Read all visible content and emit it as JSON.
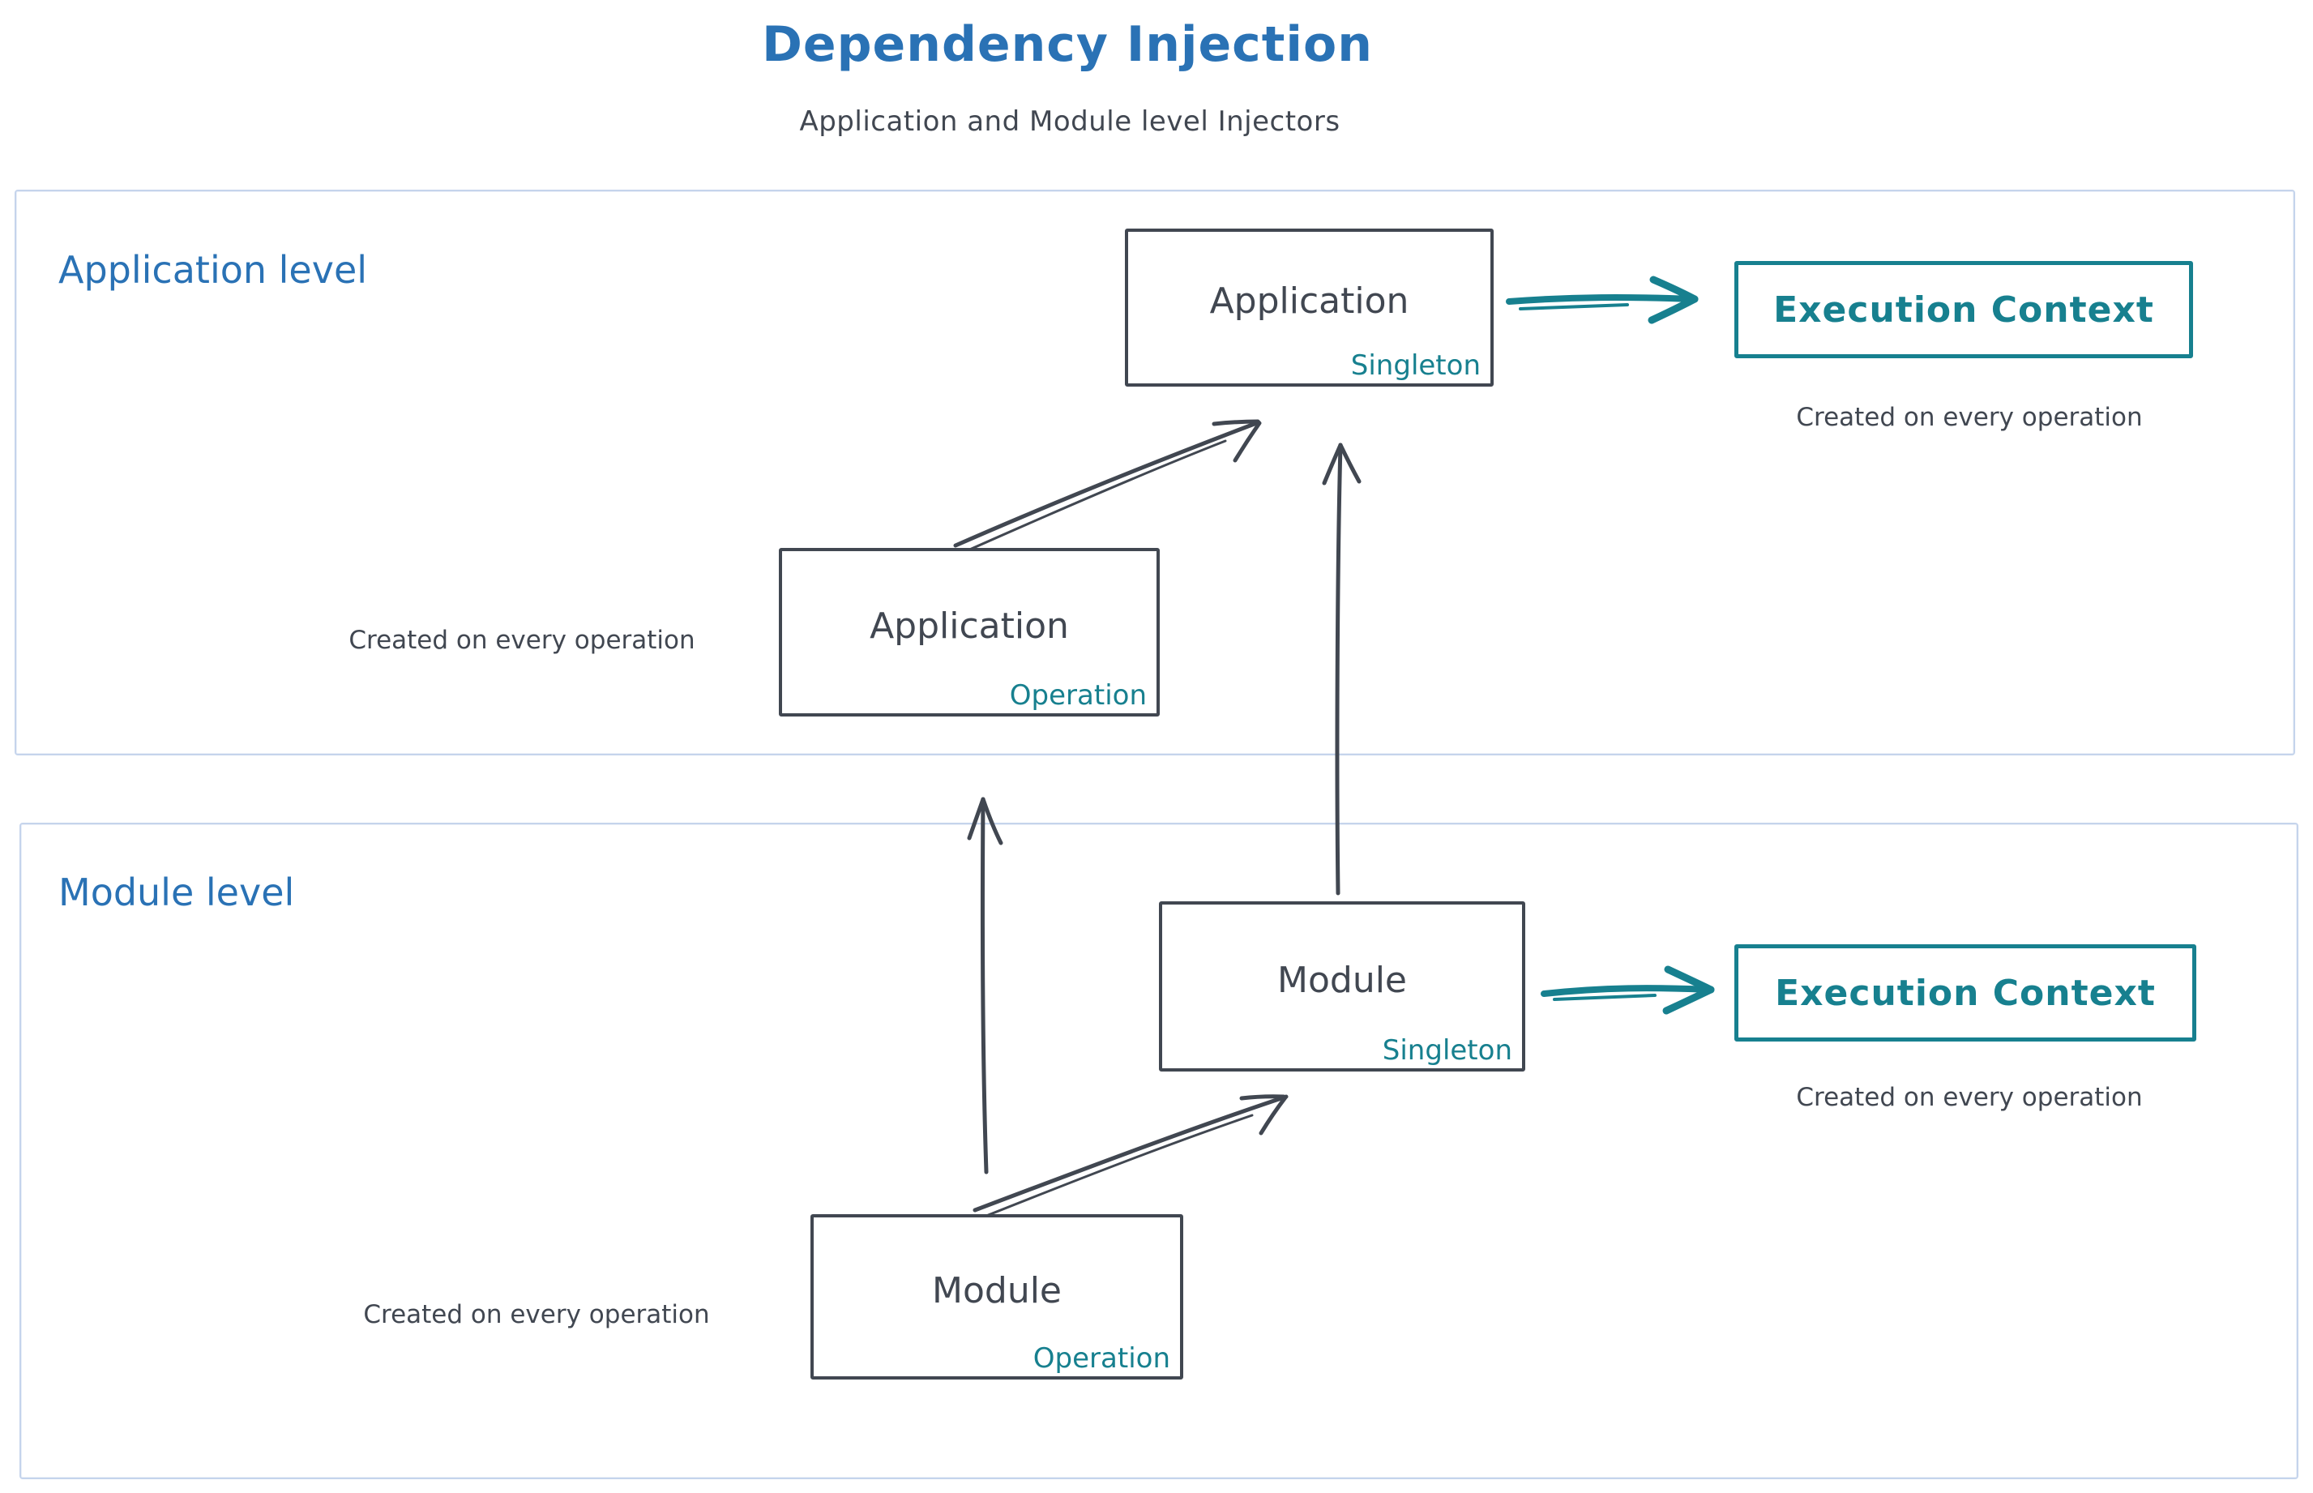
{
  "title": "Dependency Injection",
  "subtitle": "Application and Module level Injectors",
  "colors": {
    "blue": "#2a72b5",
    "teal": "#17808f",
    "dark": "#414751",
    "frame": "#c5d4ec"
  },
  "application_level": {
    "label": "Application level",
    "singleton_box": {
      "name": "Application",
      "scope": "Singleton"
    },
    "operation_box": {
      "name": "Application",
      "scope": "Operation"
    },
    "operation_caption": "Created on every operation",
    "execution_context": {
      "label": "Execution Context",
      "caption": "Created on every operation"
    }
  },
  "module_level": {
    "label": "Module level",
    "singleton_box": {
      "name": "Module",
      "scope": "Singleton"
    },
    "operation_box": {
      "name": "Module",
      "scope": "Operation"
    },
    "operation_caption": "Created on every operation",
    "execution_context": {
      "label": "Execution Context",
      "caption": "Created on every operation"
    }
  }
}
